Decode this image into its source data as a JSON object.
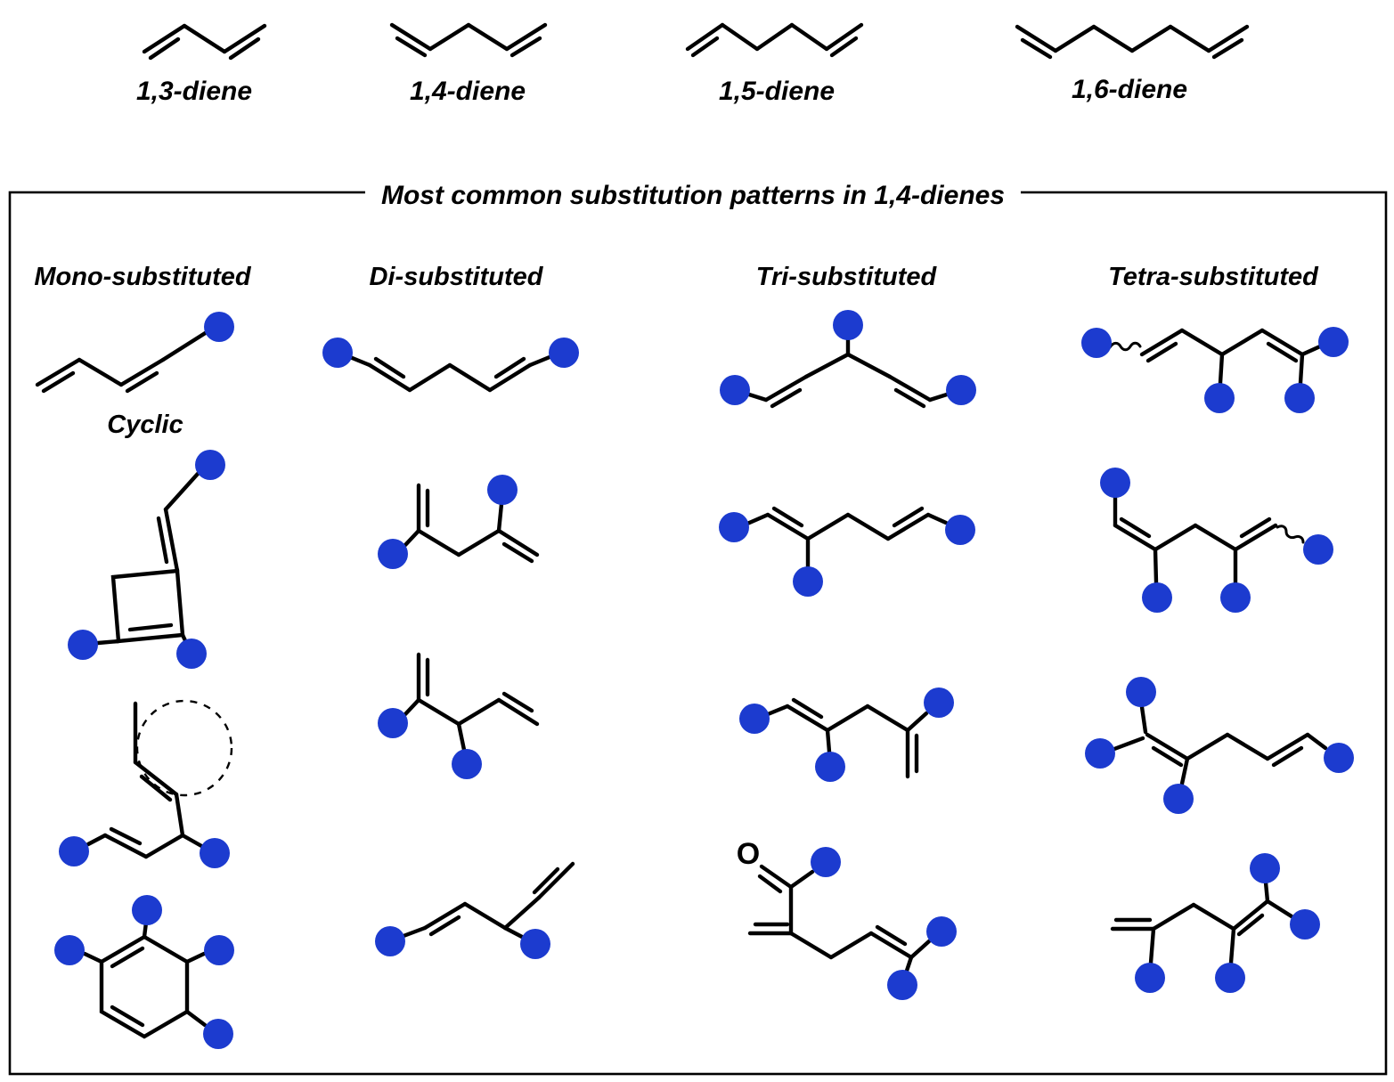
{
  "top_row": {
    "labels": [
      "1,3-diene",
      "1,4-diene",
      "1,5-diene",
      "1,6-diene"
    ]
  },
  "panel": {
    "title": "Most common substitution patterns in 1,4-dienes",
    "columns": [
      "Mono-substituted",
      "Di-substituted",
      "Tri-substituted",
      "Tetra-substituted"
    ],
    "cyclic_label": "Cyclic",
    "atom_labels": {
      "oxygen": "O"
    }
  },
  "colors": {
    "substituent_blue": "#1c3bcf",
    "bond_black": "#000000"
  }
}
